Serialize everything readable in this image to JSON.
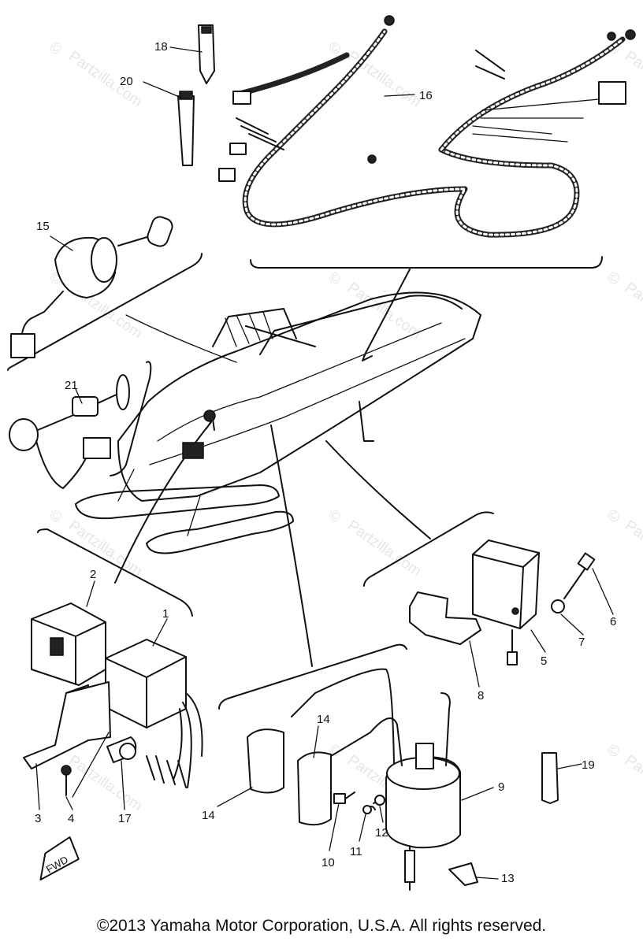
{
  "watermark": {
    "text": "Partzilla.com",
    "symbol": "©"
  },
  "callouts": {
    "c1": "1",
    "c2": "2",
    "c3": "3",
    "c4": "4",
    "c5": "5",
    "c6": "6",
    "c7": "7",
    "c8": "8",
    "c9": "9",
    "c10": "10",
    "c11": "11",
    "c12": "12",
    "c13": "13",
    "c14a": "14",
    "c14b": "14",
    "c15": "15",
    "c16": "16",
    "c17": "17",
    "c18": "18",
    "c19": "19",
    "c20": "20",
    "c21": "21"
  },
  "fwd_label": "FWD",
  "copyright": "©2013  Yamaha Motor Corporation, U.S.A. All rights reserved."
}
